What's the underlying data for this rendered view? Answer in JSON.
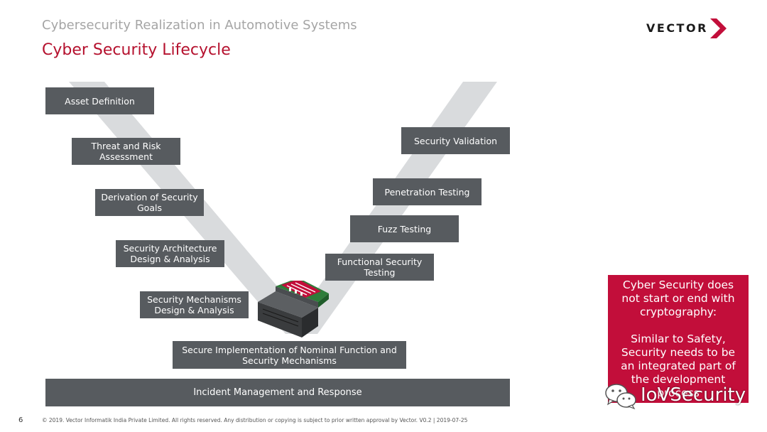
{
  "header": {
    "subtitle": "Cybersecurity Realization in Automotive Systems",
    "title": "Cyber Security Lifecycle"
  },
  "logo": {
    "text": "VECTOR",
    "accent_color": "#c20e3a"
  },
  "v_diagram": {
    "left_steps": [
      "Asset Definition",
      "Threat and Risk Assessment",
      "Derivation of Security Goals",
      "Security Architecture Design & Analysis",
      "Security Mechanisms Design & Analysis"
    ],
    "bottom_step": "Secure Implementation of Nominal Function and Security Mechanisms",
    "right_steps": [
      "Functional Security Testing",
      "Fuzz Testing",
      "Penetration Testing",
      "Security Validation"
    ],
    "base_bar": "Incident Management and Response",
    "box_color": "#575b5f",
    "v_color": "#d9dbdd"
  },
  "callout": {
    "line1": "Cyber Security does not start or end with cryptography:",
    "line2": "Similar to Safety, Security needs to be an integrated part of the development process"
  },
  "watermark": {
    "text": "IoVSecurity",
    "icon": "wechat-icon"
  },
  "footer": {
    "page_number": "6",
    "copyright": "© 2019. Vector Informatik India Private Limited. All rights reserved. Any distribution or copying is subject to prior written approval by Vector. V0.2 | 2019-07-25"
  }
}
